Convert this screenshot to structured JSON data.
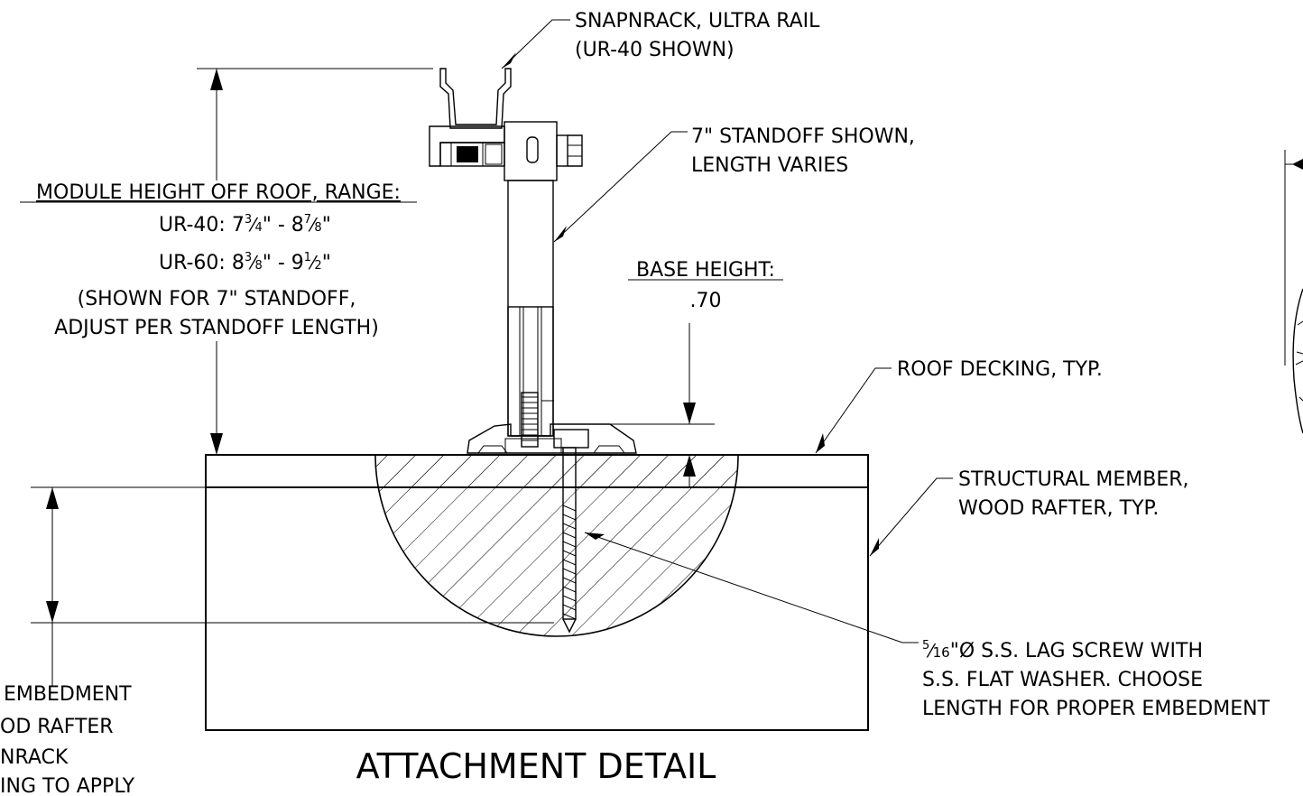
{
  "labels": {
    "rail_line1": "SNAPNRACK, ULTRA RAIL",
    "rail_line2": "(UR-40 SHOWN)",
    "standoff_line1": "7\" STANDOFF SHOWN,",
    "standoff_line2": "LENGTH VARIES",
    "module_height_title": "MODULE HEIGHT OFF ROOF, RANGE:",
    "ur40_prefix": "UR-40: 7",
    "ur40_frac1_num": "3",
    "ur40_frac1_den": "4",
    "ur40_mid": "\" - 8",
    "ur40_frac2_num": "7",
    "ur40_frac2_den": "8",
    "ur40_suffix": "\"",
    "ur60_prefix": "UR-60: 8",
    "ur60_frac1_num": "3",
    "ur60_frac1_den": "8",
    "ur60_mid": "\" - 9",
    "ur60_frac2_num": "1",
    "ur60_frac2_den": "2",
    "ur60_suffix": "\"",
    "shown_line1": "(SHOWN FOR 7\" STANDOFF,",
    "shown_line2": "ADJUST PER STANDOFF LENGTH)",
    "base_height_title": "BASE HEIGHT:",
    "base_height_value": ".70",
    "roof_decking": "ROOF DECKING, TYP.",
    "structural_line1": "STRUCTURAL MEMBER,",
    "structural_line2": "WOOD RAFTER, TYP.",
    "lag_frac_num": "5",
    "lag_frac_den": "16",
    "lag_line1_rest": "\"Ø S.S. LAG SCREW WITH",
    "lag_line2": "S.S. FLAT WASHER. CHOOSE",
    "lag_line3": "LENGTH FOR PROPER EMBEDMENT",
    "left_cut_line1": "EMBEDMENT",
    "left_cut_line2": "OD RAFTER",
    "left_cut_line3": "NRACK",
    "left_cut_line4": "ING TO APPLY",
    "detail_title": "ATTACHMENT DETAIL"
  }
}
